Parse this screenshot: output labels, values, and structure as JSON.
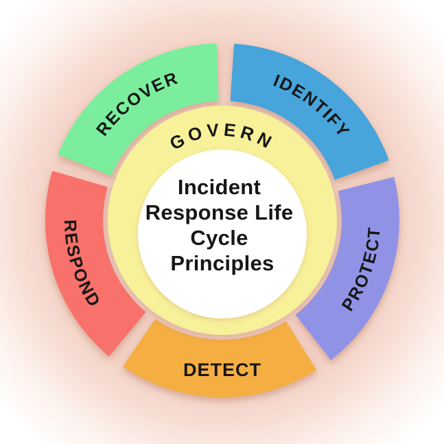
{
  "diagram": {
    "center": {
      "title_lines": [
        "Incident",
        "Response Life",
        "Cycle",
        "Principles"
      ],
      "title_text": "Incident Response Life Cycle Principles",
      "circle_color": "#FFFFFF"
    },
    "inner_ring": {
      "label": "GOVERN",
      "color": "#F7F199"
    },
    "segments": [
      {
        "id": "identify",
        "label": "IDENTIFY",
        "color": "#47A5DB"
      },
      {
        "id": "protect",
        "label": "PROTECT",
        "color": "#9093E5"
      },
      {
        "id": "detect",
        "label": "DETECT",
        "color": "#F5AE43"
      },
      {
        "id": "respond",
        "label": "RESPOND",
        "color": "#F8716A"
      },
      {
        "id": "recover",
        "label": "RECOVER",
        "color": "#7AEE9C"
      }
    ],
    "text_color": "#161616",
    "background_glow_color": "#F2CFC3"
  }
}
